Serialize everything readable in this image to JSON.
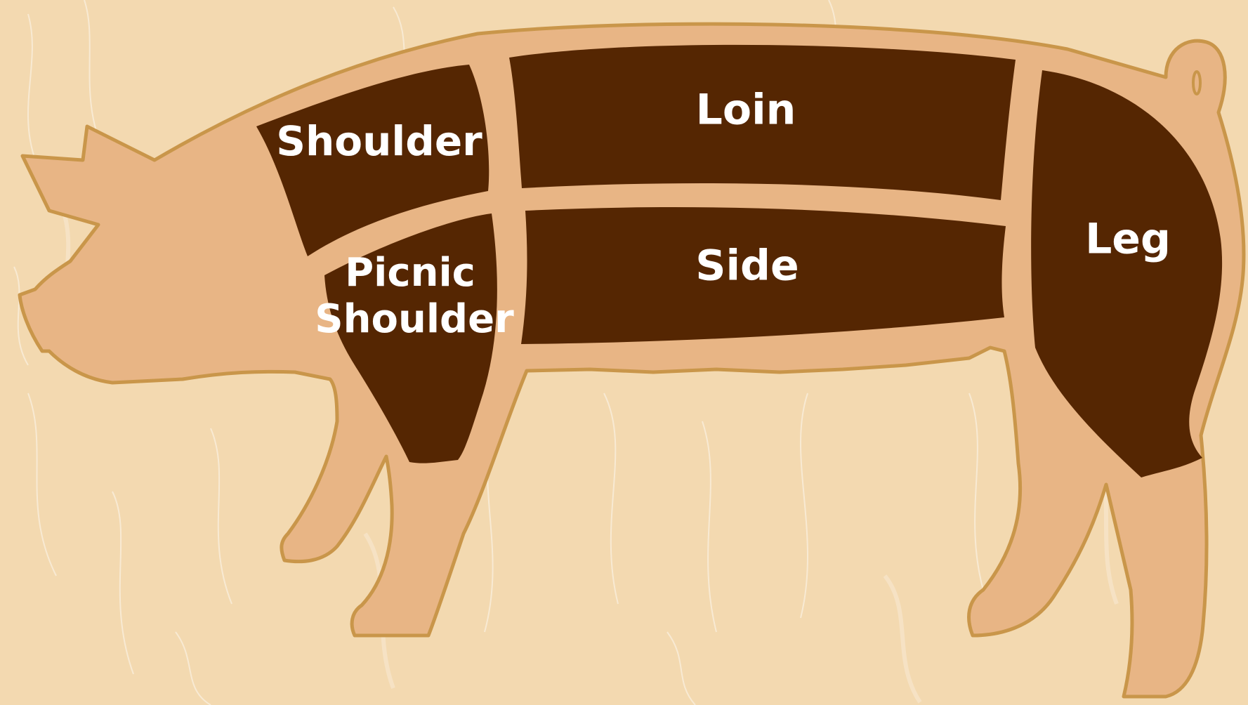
{
  "diagram": {
    "colors": {
      "background": "#f3d9b0",
      "grain": "#ffffff",
      "body_fill": "#e8b585",
      "outline": "#c9964a",
      "cut_fill": "#552602",
      "label": "#ffffff"
    },
    "cuts": {
      "shoulder": {
        "label": "Shoulder"
      },
      "loin": {
        "label": "Loin"
      },
      "picnic_shoulder": {
        "line1": "Picnic",
        "line2": "Shoulder"
      },
      "side": {
        "label": "Side"
      },
      "leg": {
        "label": "Leg"
      }
    }
  }
}
